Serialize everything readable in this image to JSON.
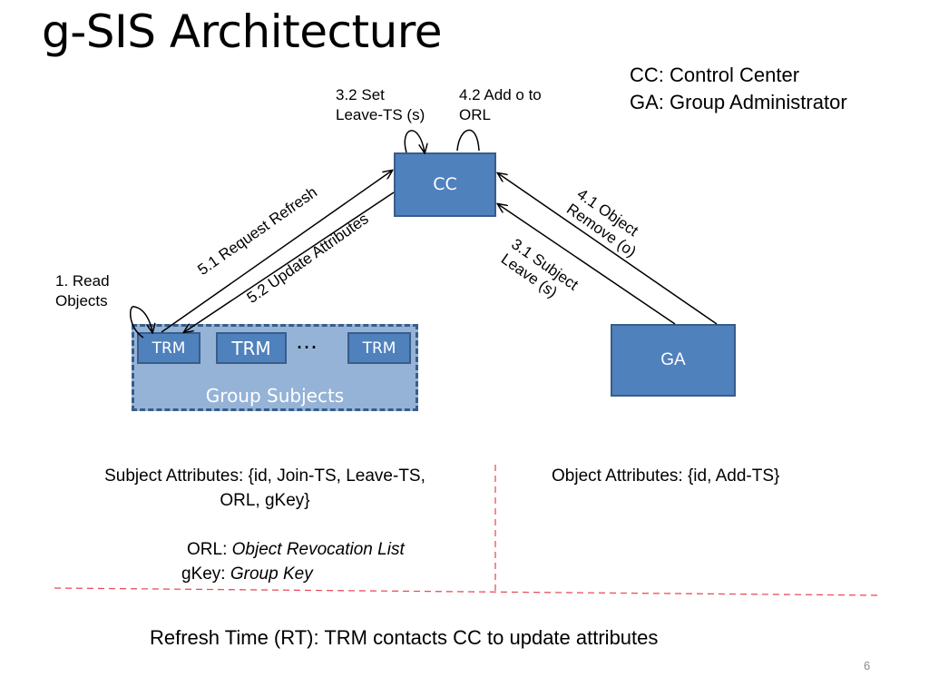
{
  "slide": {
    "title": "g-SIS Architecture",
    "page_number": "6"
  },
  "legend": {
    "line1": "CC: Control Center",
    "line2": "GA: Group Administrator"
  },
  "nodes": {
    "cc": "CC",
    "ga": "GA",
    "trm1": "TRM",
    "trm2": "TRM",
    "trm3": "TRM",
    "ellipsis": "…",
    "group_label": "Group Subjects"
  },
  "edge_labels": {
    "read_objects_1": "1. Read",
    "read_objects_2": "Objects",
    "set_leave_1": "3.2 Set",
    "set_leave_2": "Leave-TS (s)",
    "add_o_1": "4.2 Add o to",
    "add_o_2": "ORL",
    "request_refresh": "5.1 Request Refresh",
    "update_attributes": "5.2 Update Attributes",
    "object_remove_1": "4.1 Object",
    "object_remove_2": "Remove (o)",
    "subject_leave_1": "3.1 Subject",
    "subject_leave_2": "Leave (s)"
  },
  "attributes": {
    "subject_line1": "Subject Attributes: {id, Join-TS, Leave-TS,",
    "subject_line2": "ORL, gKey}",
    "object": "Object Attributes: {id, Add-TS}",
    "orl_label": "ORL: ",
    "orl_value": "Object Revocation List",
    "gkey_label": "gKey: ",
    "gkey_value": "Group Key"
  },
  "footer": {
    "refresh_time": "Refresh Time (RT): TRM contacts CC to update attributes"
  }
}
